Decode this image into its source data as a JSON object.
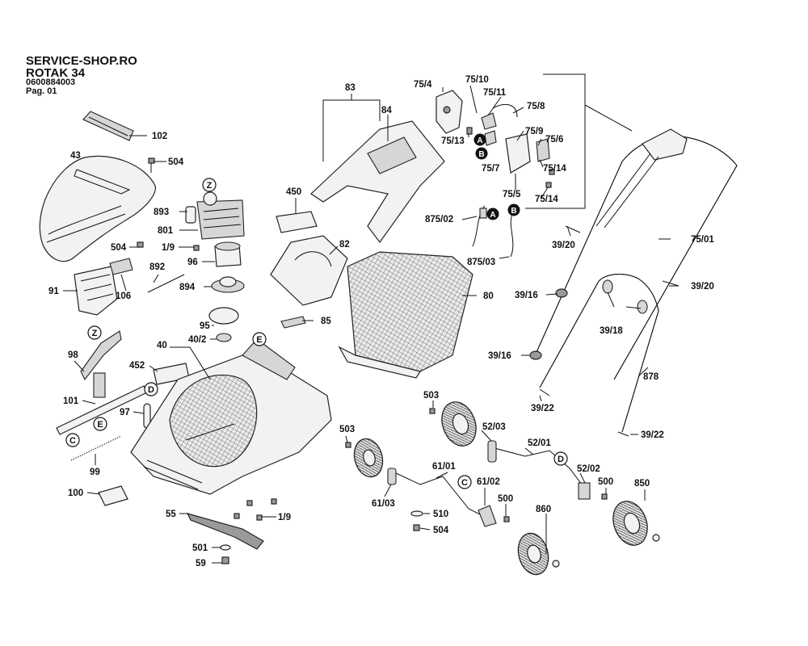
{
  "header": {
    "line1": "SERVICE-SHOP.RO",
    "line2": "ROTAK 34",
    "line3": "0600884003",
    "line4": "Pag. 01"
  },
  "labels": {
    "l102": "102",
    "l43": "43",
    "l504a": "504",
    "l504b": "504",
    "l504c": "504",
    "l893": "893",
    "l801": "801",
    "l1_9a": "1/9",
    "l1_9b": "1/9",
    "l96": "96",
    "l892": "892",
    "l894": "894",
    "l91": "91",
    "l106": "106",
    "l95": "95",
    "l40": "40",
    "l40_2": "40/2",
    "l452": "452",
    "l98": "98",
    "l101": "101",
    "l97": "97",
    "l99": "99",
    "l100": "100",
    "l55": "55",
    "l501": "501",
    "l59": "59",
    "l83": "83",
    "l84": "84",
    "l450": "450",
    "l82": "82",
    "l80": "80",
    "l85": "85",
    "l75_4": "75/4",
    "l75_10": "75/10",
    "l75_11": "75/11",
    "l75_8": "75/8",
    "l75_9": "75/9",
    "l75_13": "75/13",
    "l75_6": "75/6",
    "l75_7": "75/7",
    "l75_14a": "75/14",
    "l75_14b": "75/14",
    "l75_5": "75/5",
    "l875_02": "875/02",
    "l875_03": "875/03",
    "l39_20a": "39/20",
    "l39_20b": "39/20",
    "l75_01": "75/01",
    "l39_16a": "39/16",
    "l39_16b": "39/16",
    "l39_18": "39/18",
    "l878": "878",
    "l39_22a": "39/22",
    "l39_22b": "39/22",
    "l503a": "503",
    "l503b": "503",
    "l52_03": "52/03",
    "l52_01": "52/01",
    "l52_02": "52/02",
    "l61_01": "61/01",
    "l61_02": "61/02",
    "l61_03": "61/03",
    "l500a": "500",
    "l500b": "500",
    "l850": "850",
    "l860": "860",
    "l510": "510"
  },
  "callouts": {
    "z1": "Z",
    "z2": "Z",
    "e1": "E",
    "e2": "E",
    "d1": "D",
    "d2": "D",
    "c1": "C",
    "c2": "C",
    "a1": "A",
    "a2": "A",
    "b1": "B",
    "b2": "B"
  }
}
